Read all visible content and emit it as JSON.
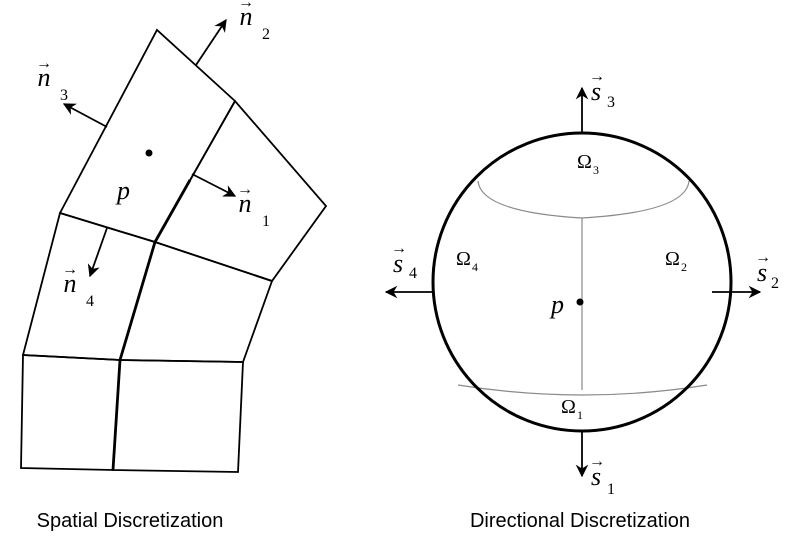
{
  "spatial": {
    "caption": "Spatial Discretization",
    "point_label": "p",
    "normals": [
      {
        "base": "n",
        "sub": "1"
      },
      {
        "base": "n",
        "sub": "2"
      },
      {
        "base": "n",
        "sub": "3"
      },
      {
        "base": "n",
        "sub": "4"
      }
    ],
    "vector_accent": "→"
  },
  "directional": {
    "caption": "Directional Discretization",
    "point_label": "p",
    "directions": [
      {
        "base": "s",
        "sub": "1"
      },
      {
        "base": "s",
        "sub": "2"
      },
      {
        "base": "s",
        "sub": "3"
      },
      {
        "base": "s",
        "sub": "4"
      }
    ],
    "solid_angles": [
      {
        "base": "Ω",
        "sub": "1"
      },
      {
        "base": "Ω",
        "sub": "2"
      },
      {
        "base": "Ω",
        "sub": "3"
      },
      {
        "base": "Ω",
        "sub": "4"
      }
    ],
    "vector_accent": "→"
  },
  "colors": {
    "line": "#000000",
    "guide": "#8a8a8a",
    "background": "#ffffff"
  }
}
